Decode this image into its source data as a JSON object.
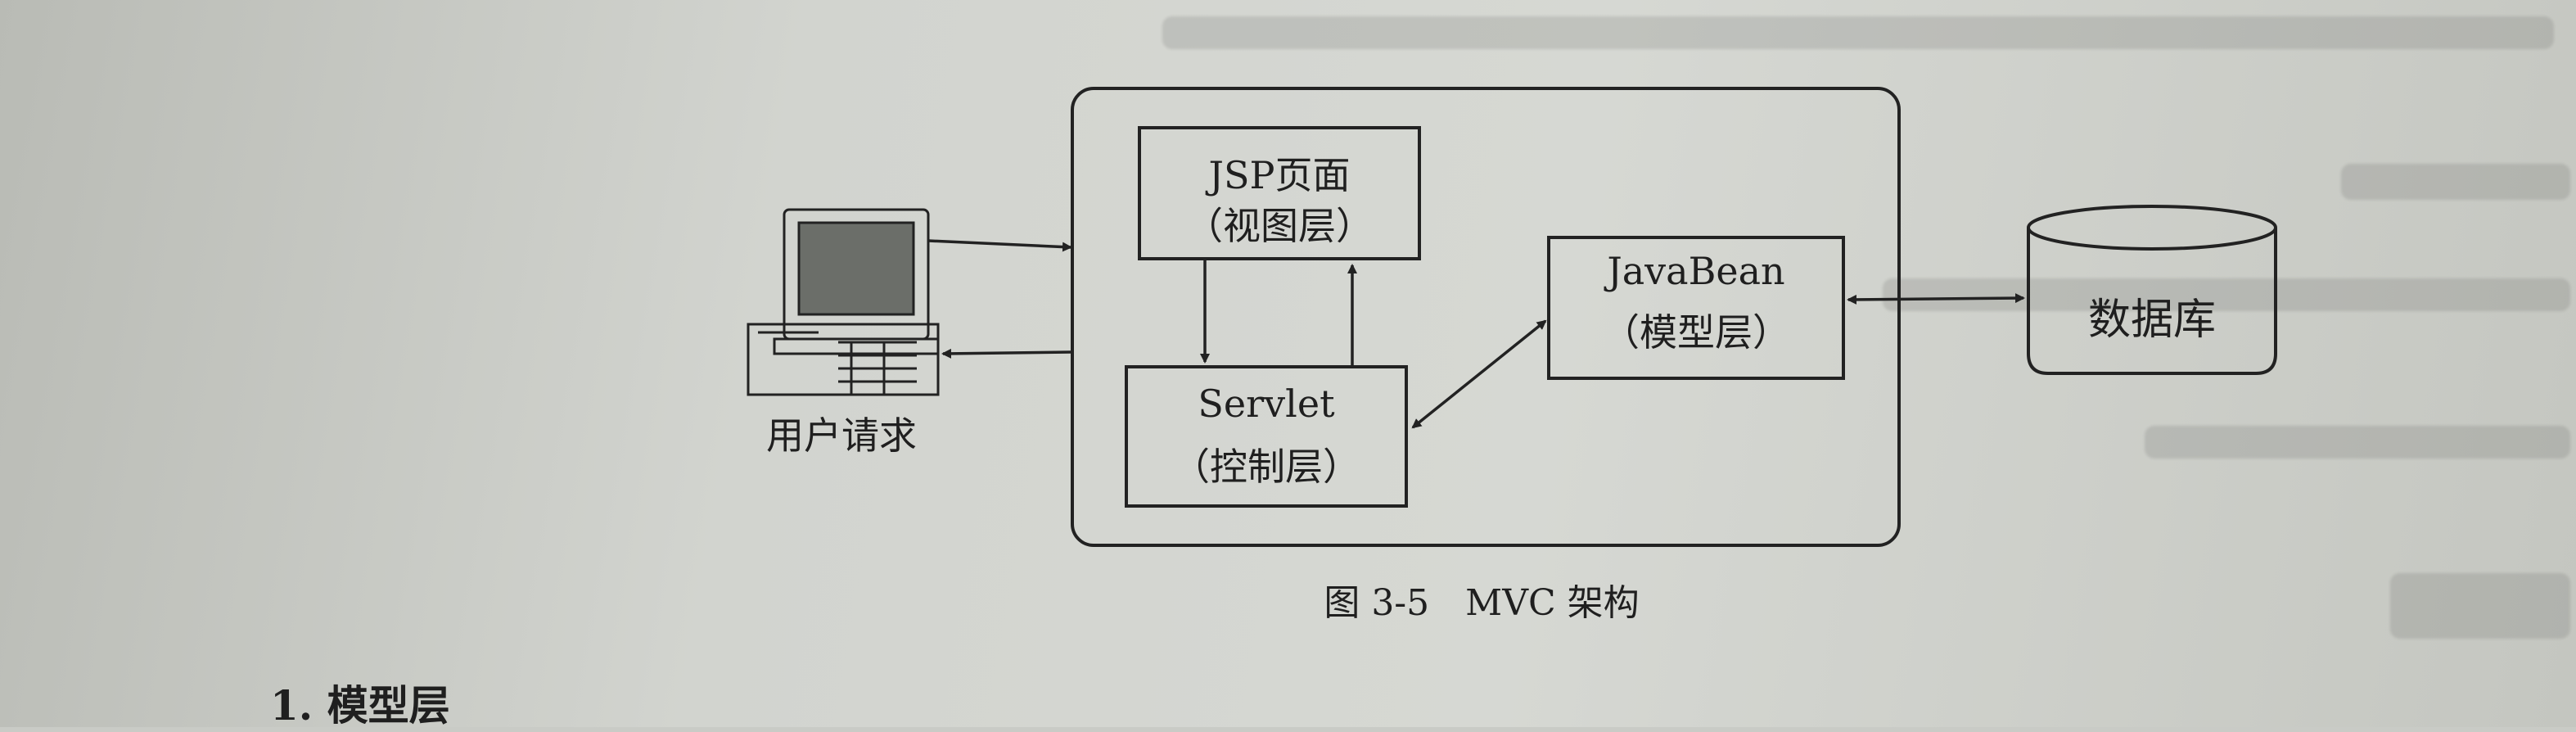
{
  "diagram": {
    "caption": "图 3-5　MVC 架构",
    "client": {
      "label": "用户请求"
    },
    "view": {
      "line1": "JSP页面",
      "line2": "（视图层）"
    },
    "controller": {
      "line1": "Servlet",
      "line2": "（控制层）"
    },
    "model": {
      "line1": "JavaBean",
      "line2": "（模型层）"
    },
    "database": {
      "label": "数据库"
    }
  },
  "page_text": {
    "section_heading": "1.  模型层"
  },
  "colors": {
    "ink": "#1f1f1f",
    "paper": "#d2d4cf"
  }
}
